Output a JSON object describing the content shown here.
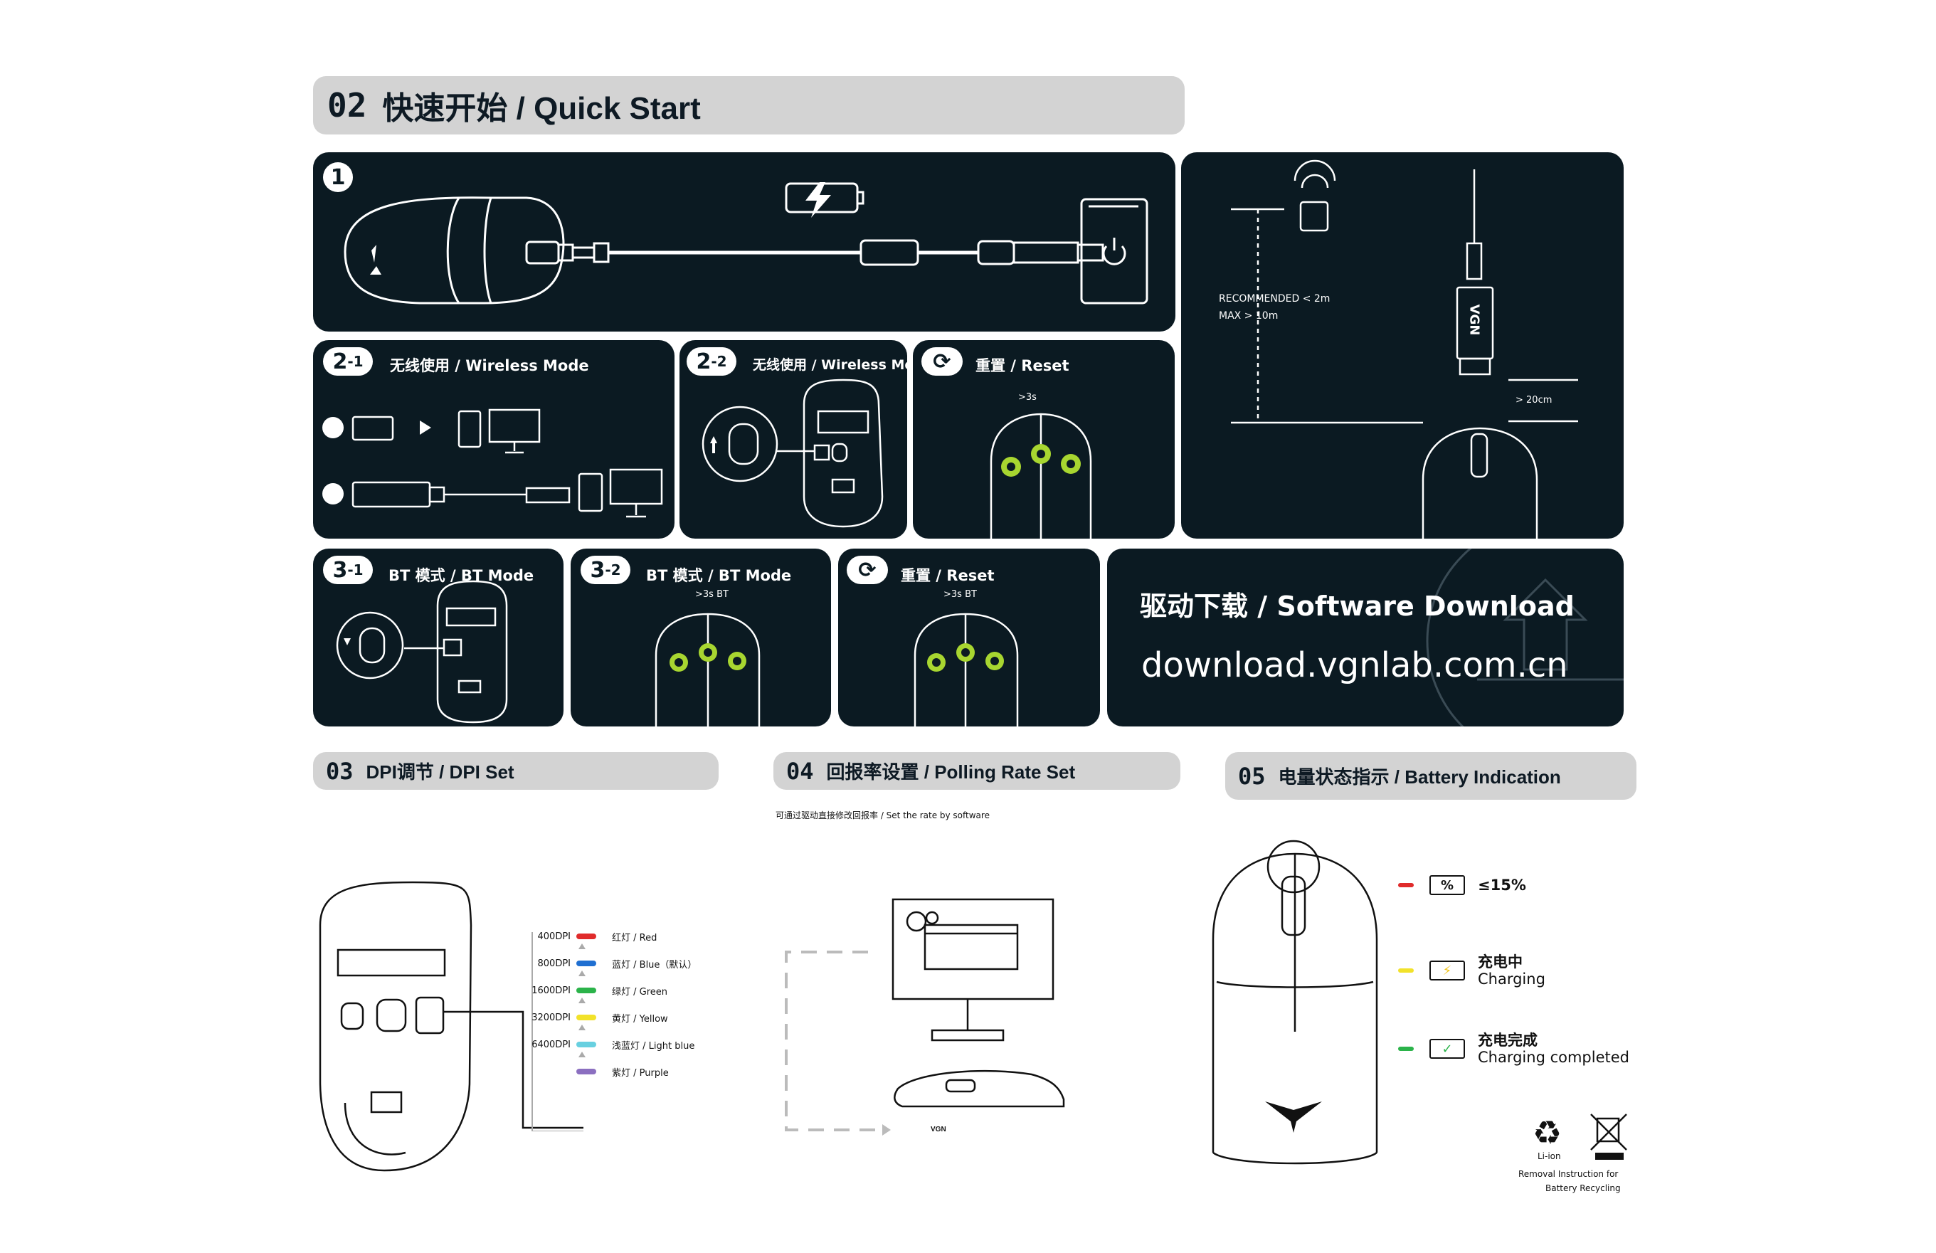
{
  "sections": {
    "quick_start": {
      "num": "02",
      "title": "快速开始 / Quick Start"
    },
    "dpi": {
      "num": "03",
      "title": "DPI调节 / DPI Set"
    },
    "polling": {
      "num": "04",
      "title": "回报率设置 / Polling Rate Set",
      "note": "可通过驱动直接修改回报率 / Set the rate by software"
    },
    "battery": {
      "num": "05",
      "title": "电量状态指示 / Battery Indication"
    }
  },
  "panels": {
    "p1": {
      "badge": "1"
    },
    "p21": {
      "badge": "2",
      "badge_sub": "-1",
      "title": "无线使用 / Wireless Mode"
    },
    "p22": {
      "badge": "2",
      "badge_sub": "-2",
      "title": "无线使用 / Wireless Mode"
    },
    "reset1": {
      "title": "重置 / Reset",
      "hint": ">3s"
    },
    "distance": {
      "recommended": "RECOMMENDED < 2m",
      "max": "MAX > 10m",
      "gap": "> 20cm",
      "logo": "VGN"
    },
    "p31": {
      "badge": "3",
      "badge_sub": "-1",
      "title": "BT 模式 / BT Mode"
    },
    "p32": {
      "badge": "3",
      "badge_sub": "-2",
      "title": "BT 模式 / BT Mode",
      "hint": ">3s  BT"
    },
    "reset2": {
      "title": "重置 / Reset",
      "hint": ">3s  BT"
    },
    "software": {
      "title": "驱动下载 / Software Download",
      "url": "download.vgnlab.com.cn"
    }
  },
  "dpi_levels": [
    {
      "dpi": "400DPI",
      "color": "#e02b2b",
      "label": "红灯 / Red"
    },
    {
      "dpi": "800DPI",
      "color": "#1f6fd1",
      "label": "蓝灯 / Blue（默认）"
    },
    {
      "dpi": "1600DPI",
      "color": "#2bb34a",
      "label": "绿灯 / Green"
    },
    {
      "dpi": "3200DPI",
      "color": "#f2e22a",
      "label": "黄灯 / Yellow"
    },
    {
      "dpi": "6400DPI",
      "color": "#68d0e0",
      "label": "浅蓝灯 / Light blue"
    },
    {
      "dpi": "",
      "color": "#8b6fc0",
      "label": "紫灯 / Purple"
    }
  ],
  "battery_states": [
    {
      "color": "#e02b2b",
      "icon": "%",
      "label_cn": "≤15%",
      "label_en": ""
    },
    {
      "color": "#f2e22a",
      "icon": "bolt",
      "label_cn": "充电中",
      "label_en": "Charging"
    },
    {
      "color": "#2bb34a",
      "icon": "check",
      "label_cn": "充电完成",
      "label_en": "Charging completed"
    }
  ],
  "recycling": {
    "battery_type": "Li-ion",
    "line1": "Removal Instruction for",
    "line2": "Battery Recycling"
  },
  "mouse_logo": "VGN",
  "accent": "#a8d630"
}
